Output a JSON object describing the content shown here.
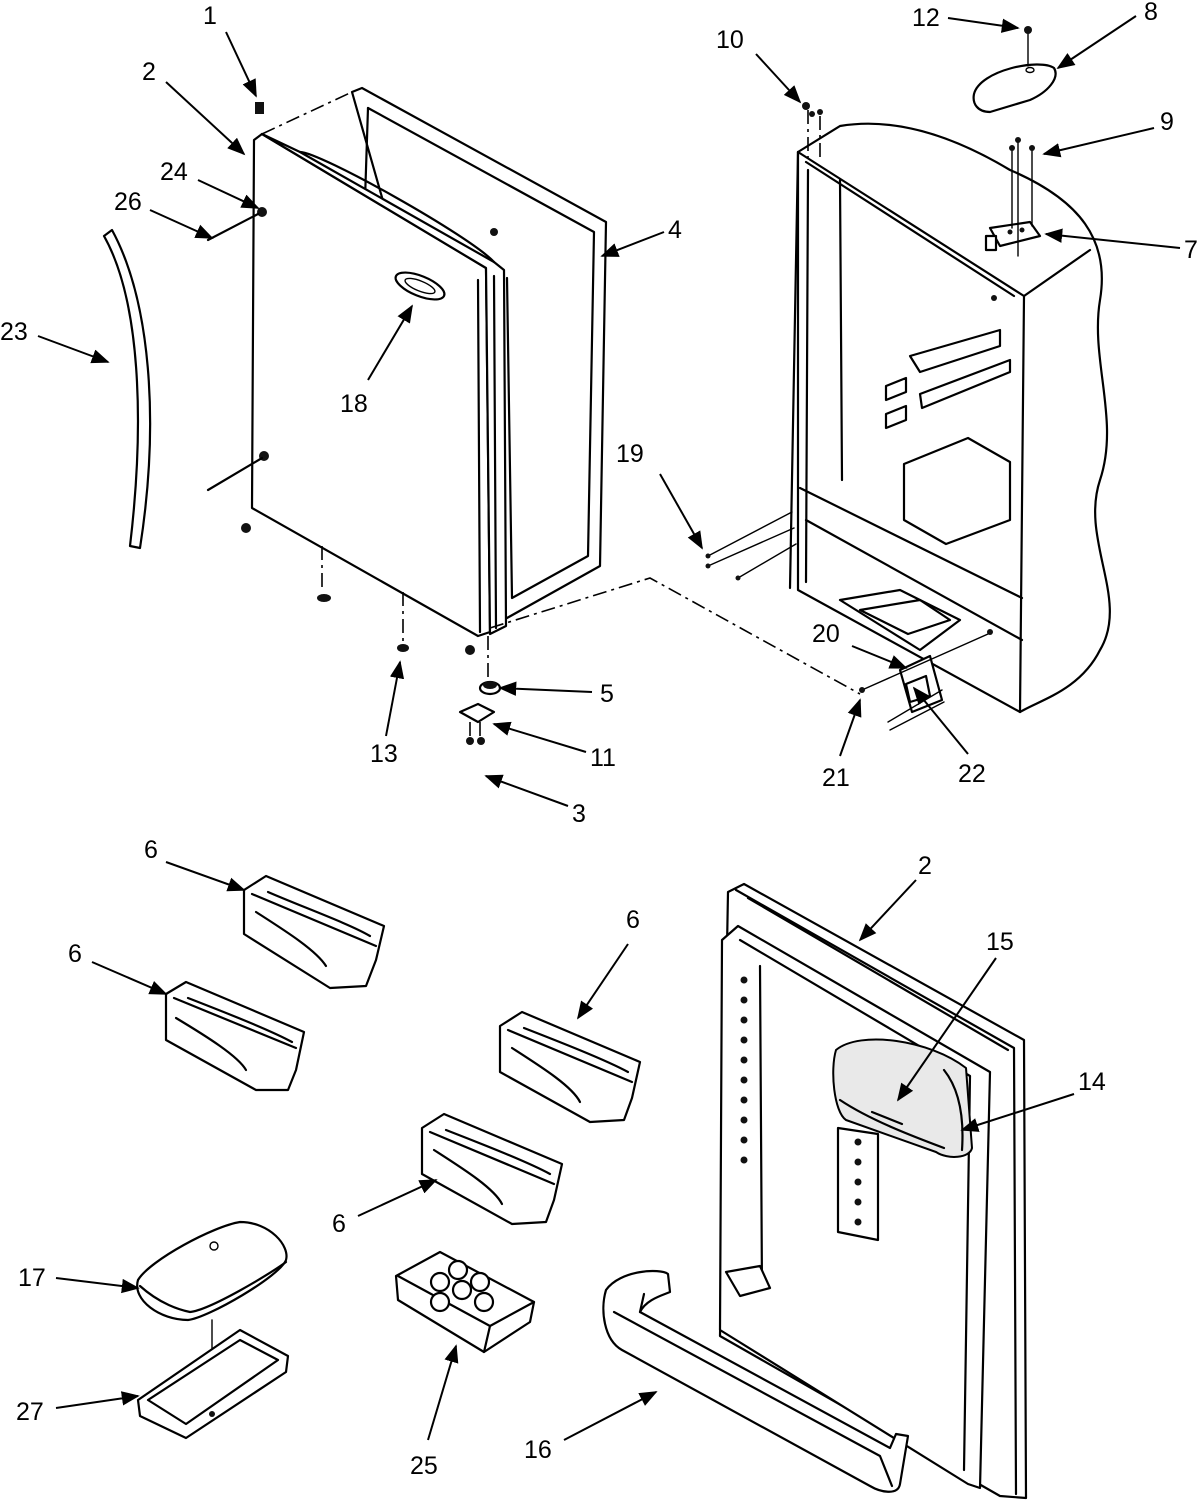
{
  "callouts": {
    "c1": "1",
    "c2a": "2",
    "c2b": "2",
    "c3": "3",
    "c4": "4",
    "c5": "5",
    "c6a": "6",
    "c6b": "6",
    "c6c": "6",
    "c6d": "6",
    "c7": "7",
    "c8": "8",
    "c9": "9",
    "c10": "10",
    "c11": "11",
    "c12": "12",
    "c13": "13",
    "c14": "14",
    "c15": "15",
    "c16": "16",
    "c17": "17",
    "c18": "18",
    "c19": "19",
    "c20": "20",
    "c21": "21",
    "c22": "22",
    "c23": "23",
    "c24": "24",
    "c25": "25",
    "c26": "26",
    "c27": "27"
  }
}
